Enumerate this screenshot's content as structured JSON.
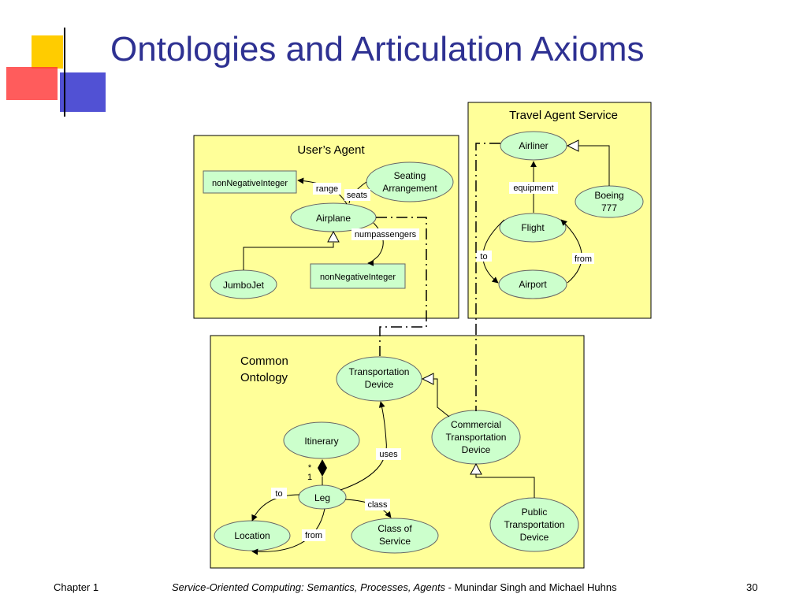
{
  "slide": {
    "title": "Ontologies and Articulation Axioms",
    "footer": {
      "chapter": "Chapter 1",
      "book_title": "Service-Oriented Computing: Semantics, Processes, Agents",
      "authors": " - Munindar Singh and Michael Huhns",
      "page_number": "30"
    }
  },
  "colors": {
    "title": "#2e3192",
    "panel_fill": "#ffff99",
    "node_fill": "#ccffcc",
    "deco_yellow": "#ffcc00",
    "deco_red": "#ff3333",
    "deco_blue": "#3333cc"
  },
  "users_agent": {
    "title": "User’s Agent",
    "nodes": {
      "non_negative_integer_top": "nonNegativeInteger",
      "seating_arrangement_line1": "Seating",
      "seating_arrangement_line2": "Arrangement",
      "airplane": "Airplane",
      "jumbojet": "JumboJet",
      "non_negative_integer_bottom": "nonNegativeInteger"
    },
    "edges": {
      "range": "range",
      "seats": "seats",
      "numpassengers": "numpassengers"
    }
  },
  "travel_agent": {
    "title": "Travel Agent Service",
    "nodes": {
      "airliner": "Airliner",
      "boeing_line1": "Boeing",
      "boeing_line2": "777",
      "flight": "Flight",
      "airport": "Airport"
    },
    "edges": {
      "equipment": "equipment",
      "to": "to",
      "from": "from"
    }
  },
  "common_ontology": {
    "title_line1": "Common",
    "title_line2": "Ontology",
    "nodes": {
      "transportation_device_line1": "Transportation",
      "transportation_device_line2": "Device",
      "commercial_line1": "Commercial",
      "commercial_line2": "Transportation",
      "commercial_line3": "Device",
      "itinerary": "Itinerary",
      "leg": "Leg",
      "location": "Location",
      "class_of_service_line1": "Class of",
      "class_of_service_line2": "Service",
      "public_line1": "Public",
      "public_line2": "Transportation",
      "public_line3": "Device"
    },
    "edges": {
      "uses": "uses",
      "to": "to",
      "from": "from",
      "class": "class",
      "multiplicity_many": "*",
      "multiplicity_one": "1"
    }
  }
}
